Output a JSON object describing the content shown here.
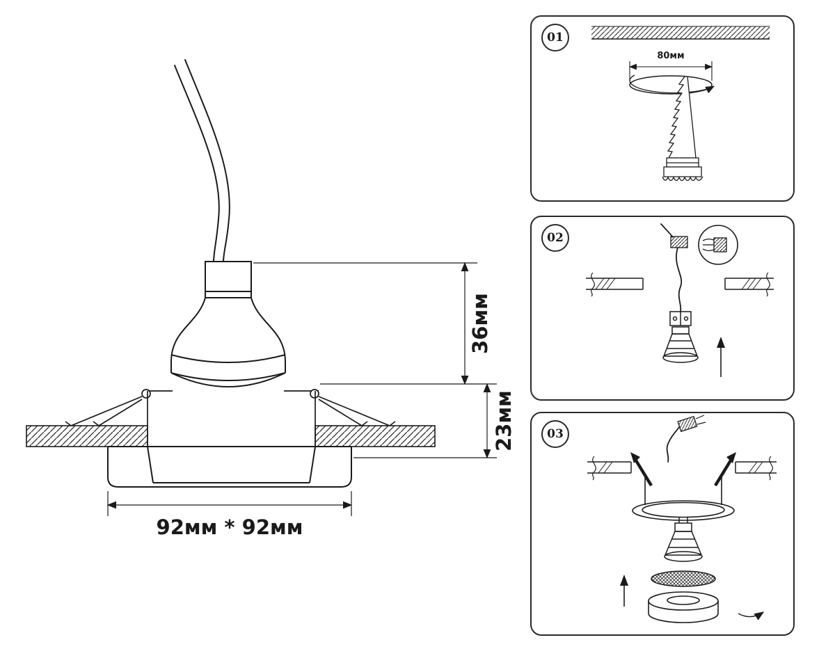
{
  "diagram": {
    "dimensions": {
      "height_above_ceiling": "36мм",
      "recess_depth": "23мм",
      "plate_size": "92мм * 92мм"
    }
  },
  "steps": [
    {
      "number": "01",
      "labels": {
        "hole_diameter": "80мм"
      }
    },
    {
      "number": "02"
    },
    {
      "number": "03"
    }
  ],
  "colors": {
    "line": "#1a1a1a",
    "background": "#ffffff"
  }
}
